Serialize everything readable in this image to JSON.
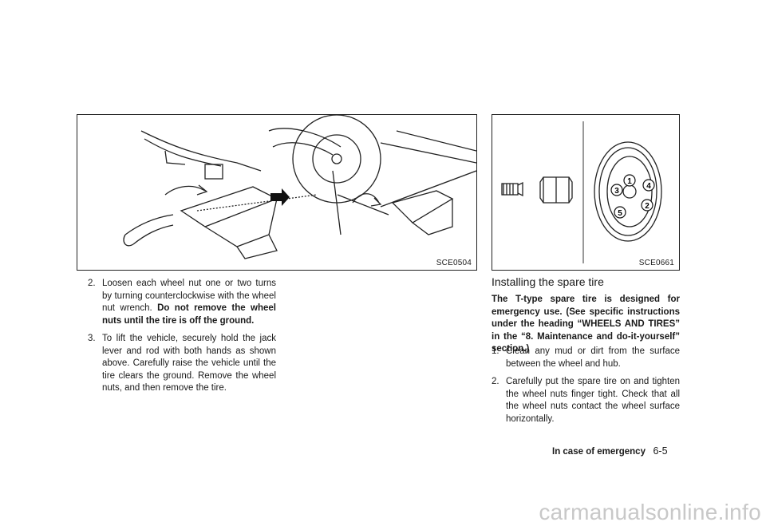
{
  "figure_left": {
    "label": "SCE0504"
  },
  "figure_right": {
    "label": "SCE0661",
    "callouts": [
      "1",
      "2",
      "3",
      "4",
      "5"
    ]
  },
  "left_steps": [
    {
      "num": "2.",
      "text": "Loosen each wheel nut one or two turns by turning counterclockwise with the wheel nut wrench. ",
      "bold": "Do not remove the wheel nuts until the tire is off the ground."
    },
    {
      "num": "3.",
      "text": "To lift the vehicle, securely hold the jack lever and rod with both hands as shown above. Carefully raise the vehicle until the tire clears the ground. Remove the wheel nuts, and then remove the tire.",
      "bold": ""
    }
  ],
  "section": {
    "title": "Installing the spare tire",
    "intro": "The T-type spare tire is designed for emergency use. (See specific instructions under the heading “WHEELS AND TIRES” in the “8. Maintenance and do-it-yourself” section.)"
  },
  "right_steps": [
    {
      "num": "1.",
      "text": "Clean any mud or dirt from the surface between the wheel and hub."
    },
    {
      "num": "2.",
      "text": "Carefully put the spare tire on and tighten the wheel nuts finger tight. Check that all the wheel nuts contact the wheel surface horizontally."
    }
  ],
  "footer": {
    "section_name": "In case of emergency",
    "page": "6-5"
  },
  "watermark": "carmanualsonline.info"
}
